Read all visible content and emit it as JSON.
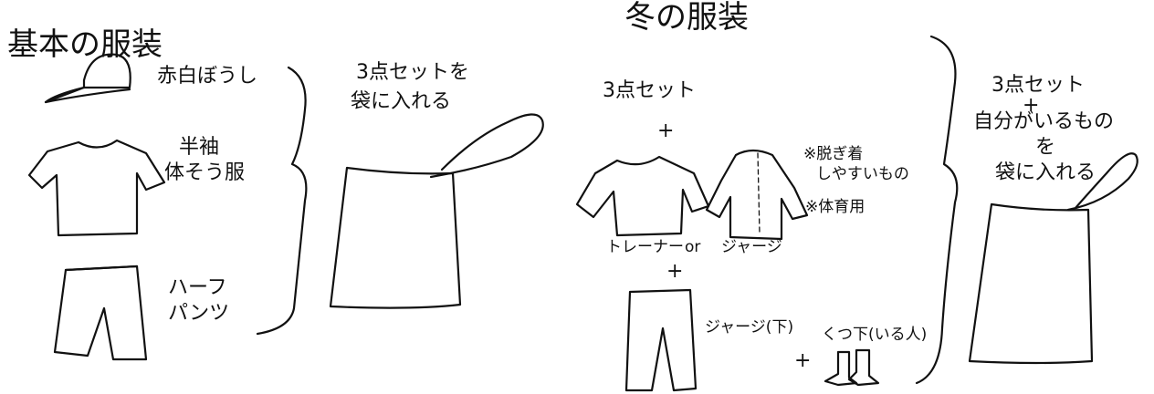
{
  "basic": {
    "title": "基本の服装",
    "items": [
      "赤白ぼうし",
      "半袖",
      "体そう服",
      "ハーフ",
      "パンツ"
    ],
    "note_line1": "3点セットを",
    "note_line2": "袋に入れる"
  },
  "winter": {
    "title": "冬の服装",
    "set_label": "3点セット",
    "plus": "+",
    "top_choice": "トレーナー",
    "or_text": "or",
    "jersey": "ジャージ",
    "note_easy_line1": "※脱ぎ着",
    "note_easy_line2": "しやすいもの",
    "note_pe": "※体育用",
    "pants": "ジャージ(下)",
    "socks": "くつ下(いる人)",
    "summary_line1": "3点セット",
    "summary_plus": "+",
    "summary_line2": "自分がいるもの",
    "summary_line3": "を",
    "summary_line4": "袋に入れる"
  }
}
